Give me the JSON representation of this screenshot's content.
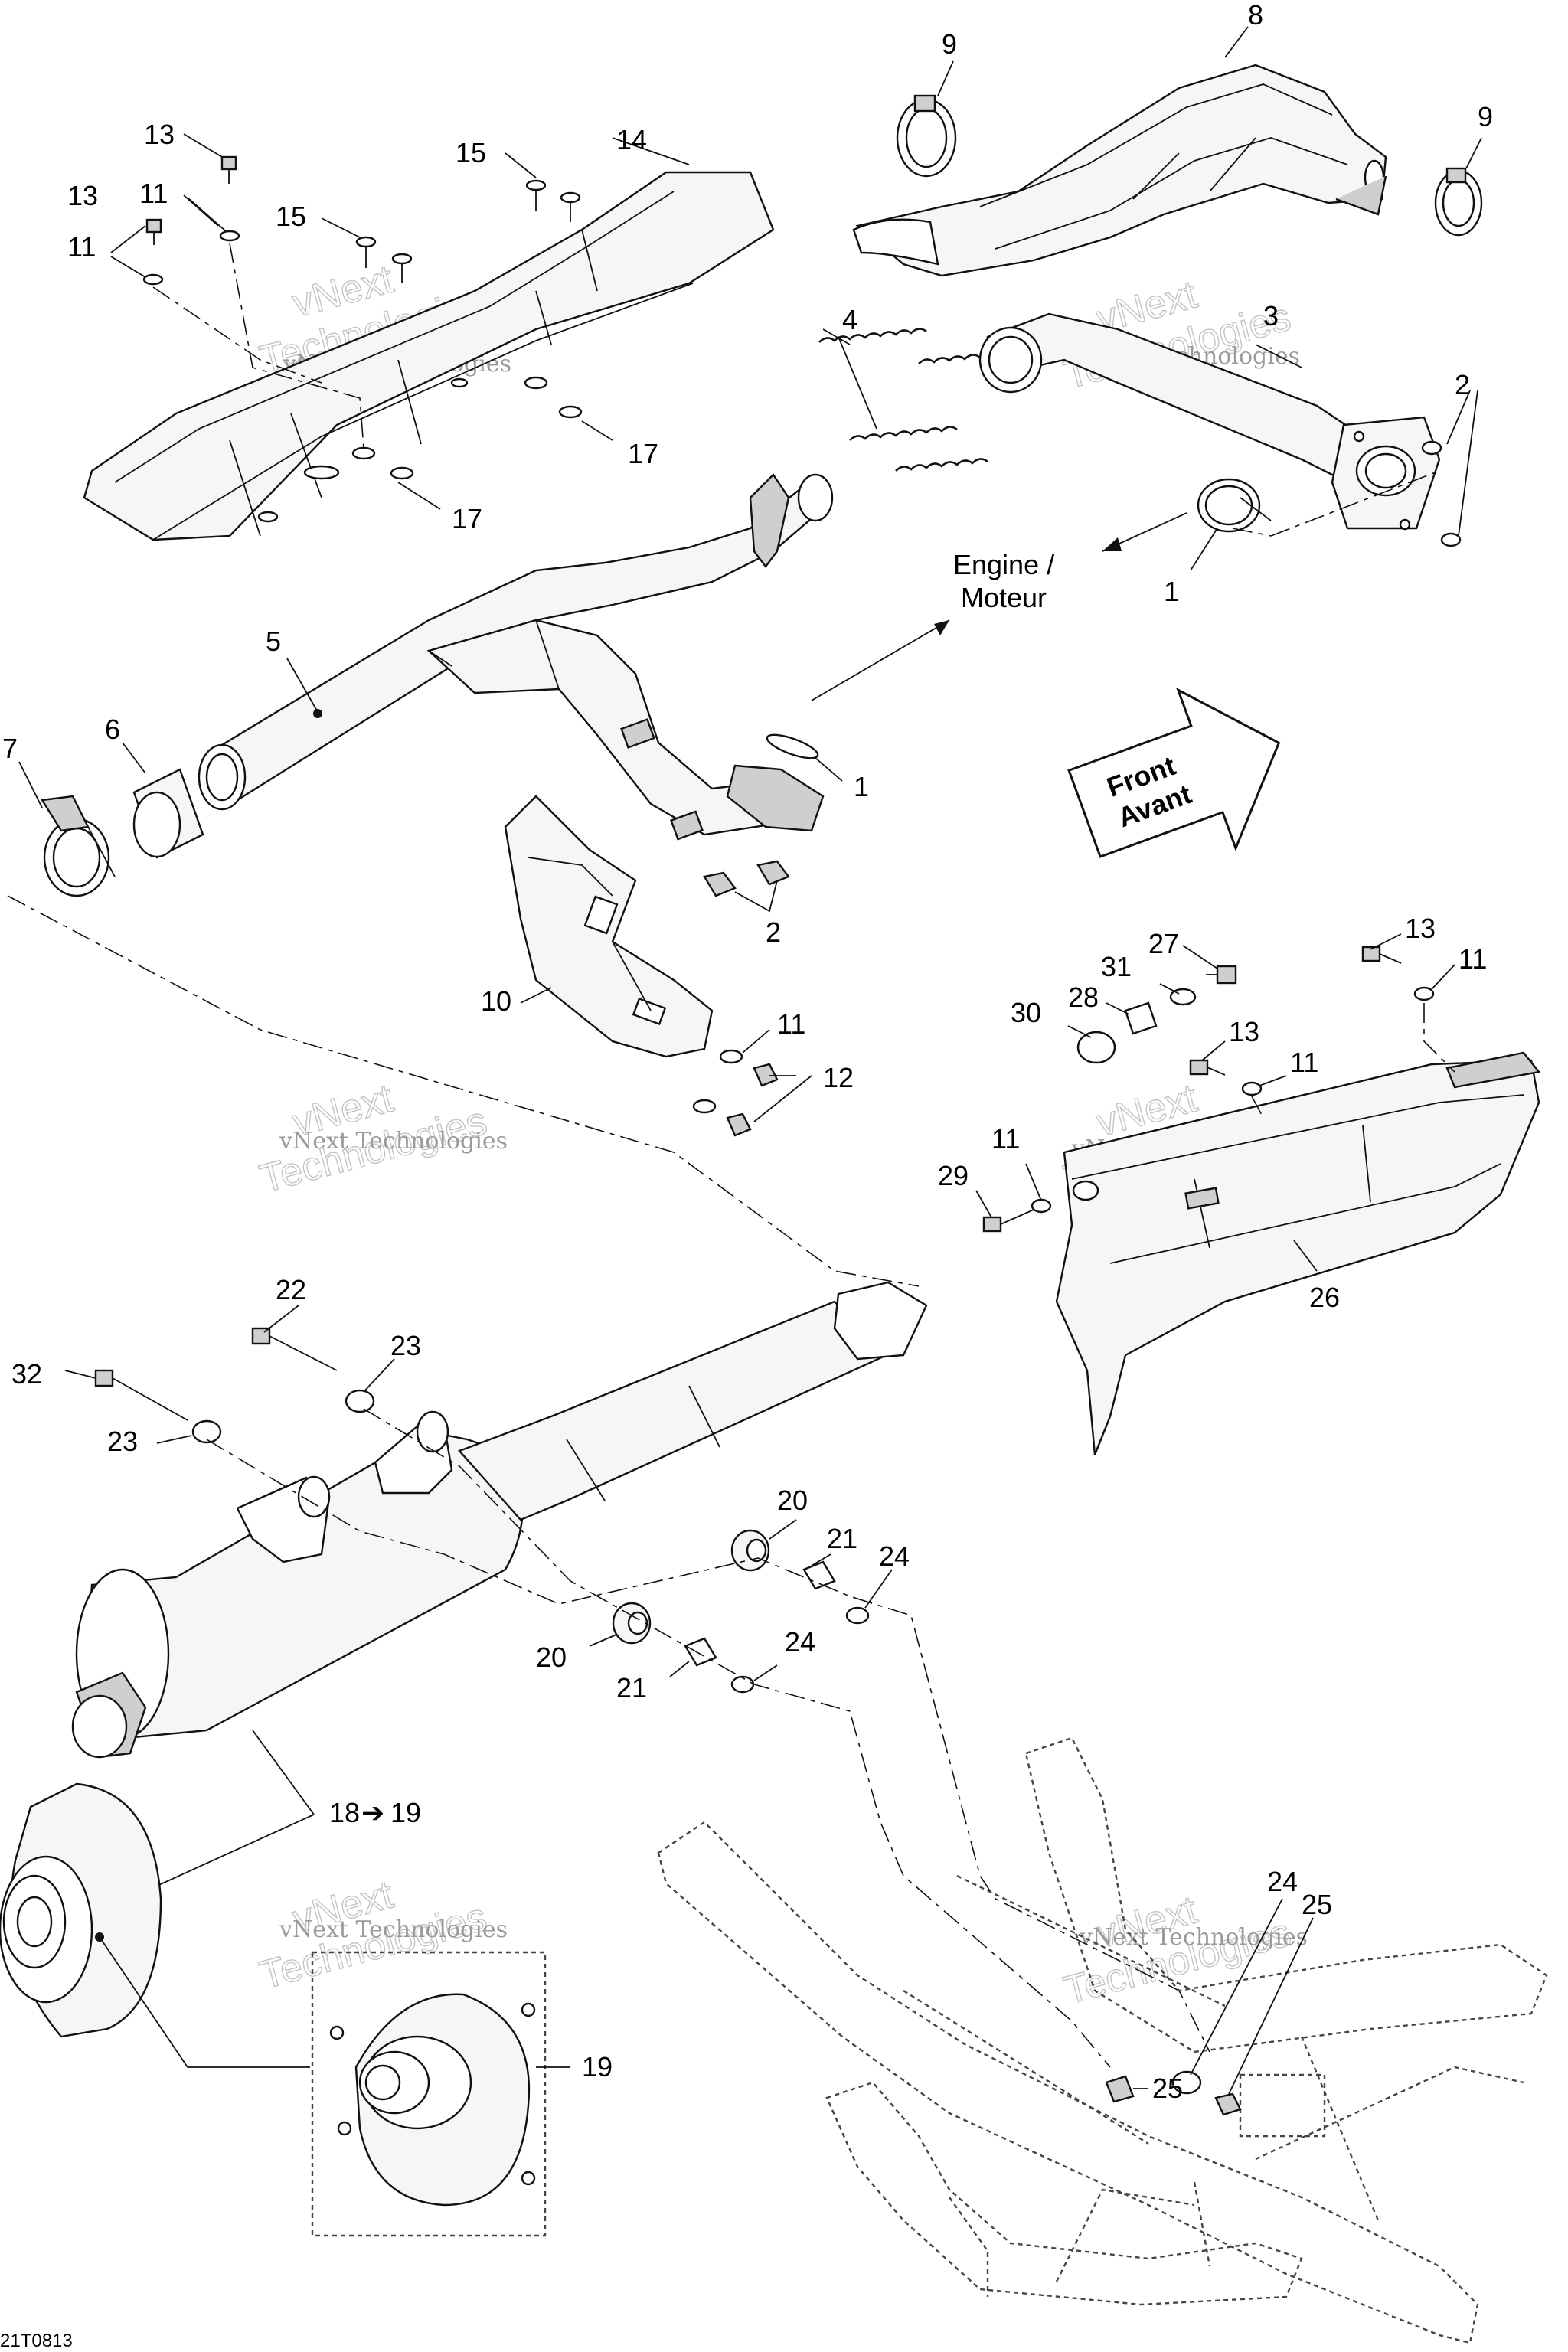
{
  "diagram": {
    "drawing_code": "21T0813",
    "direction_arrow": {
      "line1": "Front",
      "line2": "Avant"
    },
    "engine_label": {
      "line1": "Engine /",
      "line2": "Moteur"
    },
    "watermark": {
      "line1": "vNext Technologies",
      "big1": "vNext",
      "big2": "Technologies"
    },
    "callouts": {
      "c_1a": "1",
      "c_1b": "1",
      "c_2a": "2",
      "c_2b": "2",
      "c_3": "3",
      "c_4": "4",
      "c_5": "5",
      "c_6": "6",
      "c_7": "7",
      "c_8": "8",
      "c_9a": "9",
      "c_9b": "9",
      "c_10": "10",
      "c_11a": "11",
      "c_11b": "11",
      "c_11c": "11",
      "c_11d": "11",
      "c_11e": "11",
      "c_11f": "11",
      "c_12": "12",
      "c_13a": "13",
      "c_13b": "13",
      "c_13c": "13",
      "c_13d": "13",
      "c_14": "14",
      "c_15a": "15",
      "c_15b": "15",
      "c_17a": "17",
      "c_17b": "17",
      "c_18": "18",
      "c_18_19_to": "19",
      "c_19": "19",
      "c_20a": "20",
      "c_20b": "20",
      "c_21a": "21",
      "c_21b": "21",
      "c_22": "22",
      "c_23a": "23",
      "c_23b": "23",
      "c_24a": "24",
      "c_24b": "24",
      "c_24c": "24",
      "c_25a": "25",
      "c_25b": "25",
      "c_26": "26",
      "c_27": "27",
      "c_28": "28",
      "c_29": "29",
      "c_30": "30",
      "c_31": "31",
      "c_32": "32"
    }
  }
}
